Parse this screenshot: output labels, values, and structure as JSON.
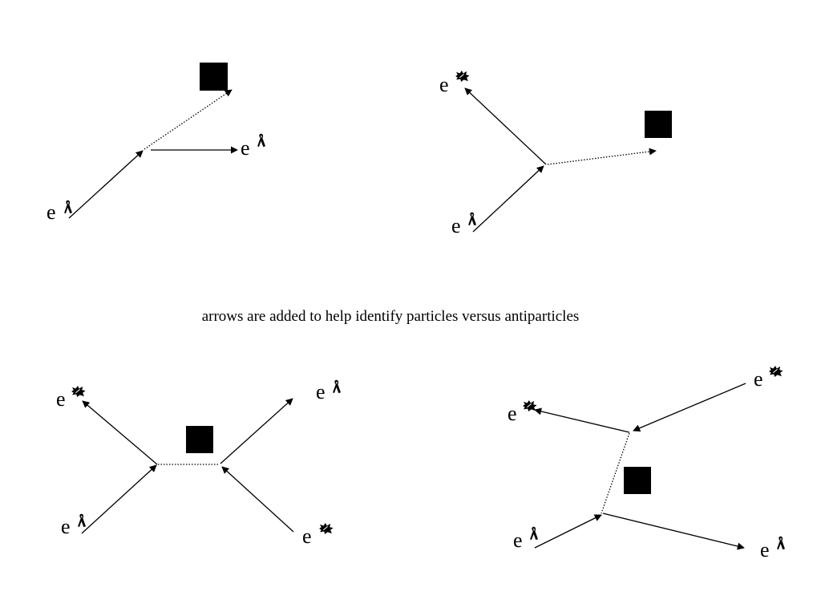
{
  "caption": "arrows are added to help identify particles versus antiparticles",
  "labels": {
    "electron": "e",
    "electron_symbol": "minus-ribbon-glyph",
    "positron_symbol": "plus-splat-glyph"
  },
  "diagrams": [
    {
      "id": "d1"
    },
    {
      "id": "d2"
    },
    {
      "id": "d3"
    },
    {
      "id": "d4"
    }
  ]
}
